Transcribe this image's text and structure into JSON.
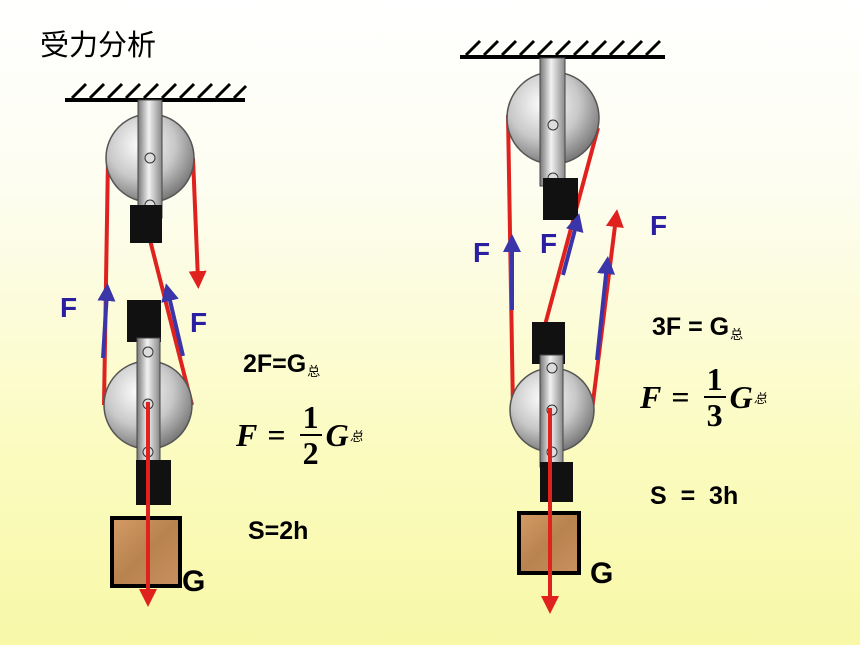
{
  "title": "受力分析",
  "left": {
    "force_labels": [
      "F",
      "F"
    ],
    "equation": {
      "lhs": "2F=G",
      "sub": "总"
    },
    "formula": {
      "var": "F",
      "equals": "=",
      "numerator": "1",
      "denominator": "2",
      "rhs": "G",
      "sub": "总"
    },
    "distance": "S=2h",
    "weight": "G"
  },
  "right": {
    "force_labels": [
      "F",
      "F",
      "F"
    ],
    "equation": {
      "lhs": "3F = G",
      "sub": "总"
    },
    "formula": {
      "var": "F",
      "equals": "=",
      "numerator": "1",
      "denominator": "3",
      "rhs": "G",
      "sub": "总"
    },
    "distance": "S  =  3h",
    "weight": "G"
  },
  "colors": {
    "rope": "#e0221f",
    "force_arrow": "#3a35a8",
    "label": "#2a1fa0",
    "block_wood": "#c08a58",
    "bracket": "#111111"
  }
}
